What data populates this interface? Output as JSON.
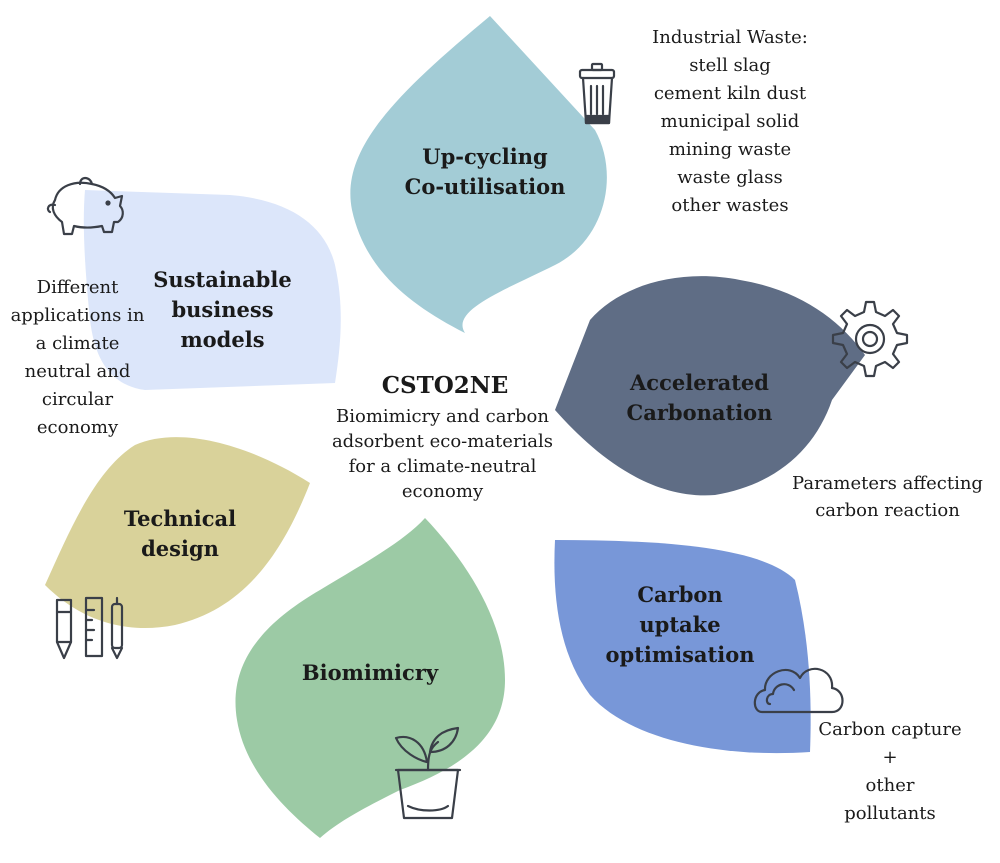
{
  "center": {
    "title": "CSTO2NE",
    "subtitle": [
      "Biomimicry and carbon",
      "adsorbent eco-materials",
      "for a climate-neutral",
      "economy"
    ]
  },
  "petals": {
    "upcycling": {
      "lines": [
        "Up-cycling",
        "Co-utilisation"
      ],
      "color": "#a3ccd6"
    },
    "carbonation": {
      "lines": [
        "Accelerated",
        "Carbonation"
      ],
      "color": "#5f6d85"
    },
    "uptake": {
      "lines": [
        "Carbon",
        "uptake",
        "optimisation"
      ],
      "color": "#7897d8"
    },
    "biomimicry": {
      "lines": [
        "Biomimicry"
      ],
      "color": "#9ccaa5"
    },
    "technical": {
      "lines": [
        "Technical",
        "design"
      ],
      "color": "#d9d29a"
    },
    "business": {
      "lines": [
        "Sustainable",
        "business",
        "models"
      ],
      "color": "#dce6fa"
    }
  },
  "notes": {
    "industrial": [
      "Industrial Waste:",
      "stell slag",
      "cement kiln dust",
      "municipal solid",
      "mining waste",
      "waste glass",
      "other wastes"
    ],
    "parameters": [
      "Parameters affecting",
      "carbon reaction"
    ],
    "capture": [
      "Carbon capture",
      "+",
      "other",
      "pollutants"
    ],
    "applications": [
      "Different",
      "applications in",
      "a climate",
      "neutral and",
      "circular",
      "economy"
    ]
  },
  "icons": [
    "trash-bin-icon",
    "gear-icon",
    "cloud-icon",
    "plant-pot-icon",
    "drawing-tools-icon",
    "piggy-bank-icon"
  ]
}
